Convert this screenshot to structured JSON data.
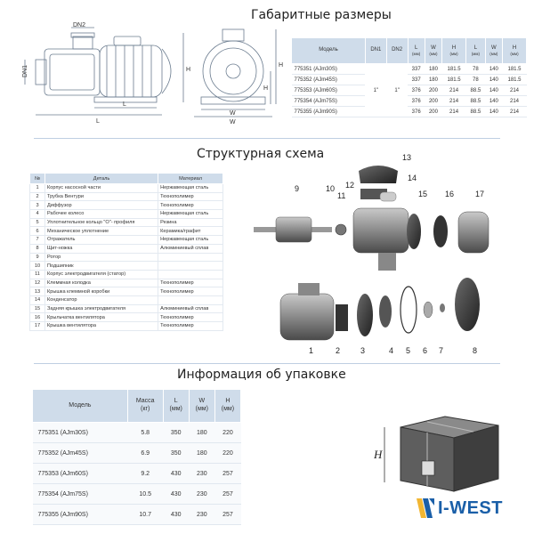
{
  "sections": {
    "dimensions_title": "Габаритные размеры",
    "structure_title": "Структурная схема",
    "package_title": "Информация об упаковке"
  },
  "drawing_labels": {
    "dn1": "DN1",
    "dn2": "DN2",
    "l": "L",
    "l1": "L",
    "h": "H",
    "h1": "H",
    "w": "W",
    "w1": "W"
  },
  "dimensions_table": {
    "headers": [
      "Модель",
      "DN1",
      "DN2",
      "L",
      "W",
      "H",
      "L",
      "W",
      "H"
    ],
    "units": [
      "",
      "",
      "",
      "(мм)",
      "(мм)",
      "(мм)",
      "(мм)",
      "(мм)",
      "(мм)"
    ],
    "dn1": "1\"",
    "dn2": "1\"",
    "rows": [
      [
        "775351 (AJm30S)",
        "337",
        "180",
        "181.5",
        "78",
        "140",
        "181.5"
      ],
      [
        "775352 (AJm45S)",
        "337",
        "180",
        "181.5",
        "78",
        "140",
        "181.5"
      ],
      [
        "775353 (AJm60S)",
        "376",
        "200",
        "214",
        "88.5",
        "140",
        "214"
      ],
      [
        "775354 (AJm75S)",
        "376",
        "200",
        "214",
        "88.5",
        "140",
        "214"
      ],
      [
        "775355 (AJm90S)",
        "376",
        "200",
        "214",
        "88.5",
        "140",
        "214"
      ]
    ]
  },
  "parts_table": {
    "headers": [
      "№",
      "Деталь",
      "Материал"
    ],
    "rows": [
      [
        "1",
        "Корпус насосной части",
        "Нержавеющая сталь"
      ],
      [
        "2",
        "Трубка Вентури",
        "Технополимер"
      ],
      [
        "3",
        "Диффузор",
        "Технополимер"
      ],
      [
        "4",
        "Рабочее колесо",
        "Нержавеющая сталь"
      ],
      [
        "5",
        "Уплотнительное кольцо \"О\"- профиля",
        "Резина"
      ],
      [
        "6",
        "Механическое уплотнение",
        "Керамика/графит"
      ],
      [
        "7",
        "Отражатель",
        "Нержавеющая сталь"
      ],
      [
        "8",
        "Щит-ножка",
        "Алюминиевый сплав"
      ],
      [
        "9",
        "Ротор",
        ""
      ],
      [
        "10",
        "Подшипник",
        ""
      ],
      [
        "11",
        "Корпус электродвигателя (статор)",
        ""
      ],
      [
        "12",
        "Клеммная колодка",
        "Технополимер"
      ],
      [
        "13",
        "Крышка клеммной коробки",
        "Технополимер"
      ],
      [
        "14",
        "Конденсатор",
        ""
      ],
      [
        "15",
        "Задняя крышка электродвигателя",
        "Алюминиевый сплав"
      ],
      [
        "16",
        "Крыльчатка вентилятора",
        "Технополимер"
      ],
      [
        "17",
        "Крышка вентилятора",
        "Технополимер"
      ]
    ]
  },
  "callouts": [
    "1",
    "2",
    "3",
    "4",
    "5",
    "6",
    "7",
    "8",
    "9",
    "10",
    "11",
    "12",
    "13",
    "14",
    "15",
    "16",
    "17"
  ],
  "package_table": {
    "headers": [
      "Модель",
      "Масса\n(кг)",
      "L\n(мм)",
      "W\n(мм)",
      "H\n(мм)"
    ],
    "rows": [
      [
        "775351 (AJm30S)",
        "5.8",
        "350",
        "180",
        "220"
      ],
      [
        "775352 (AJm45S)",
        "6.9",
        "350",
        "180",
        "220"
      ],
      [
        "775353 (AJm60S)",
        "9.2",
        "430",
        "230",
        "257"
      ],
      [
        "775354 (AJm75S)",
        "10.5",
        "430",
        "230",
        "257"
      ],
      [
        "775355 (AJm90S)",
        "10.7",
        "430",
        "230",
        "257"
      ]
    ]
  },
  "box_labels": {
    "h": "H"
  },
  "brand": {
    "name": "I-WEST",
    "color": "#1a5fa8",
    "accent": "#f2b632"
  },
  "colors": {
    "header_fill": "#cfdcea",
    "divider": "#bfcfe2",
    "drawing_line": "#6b7c8f"
  }
}
